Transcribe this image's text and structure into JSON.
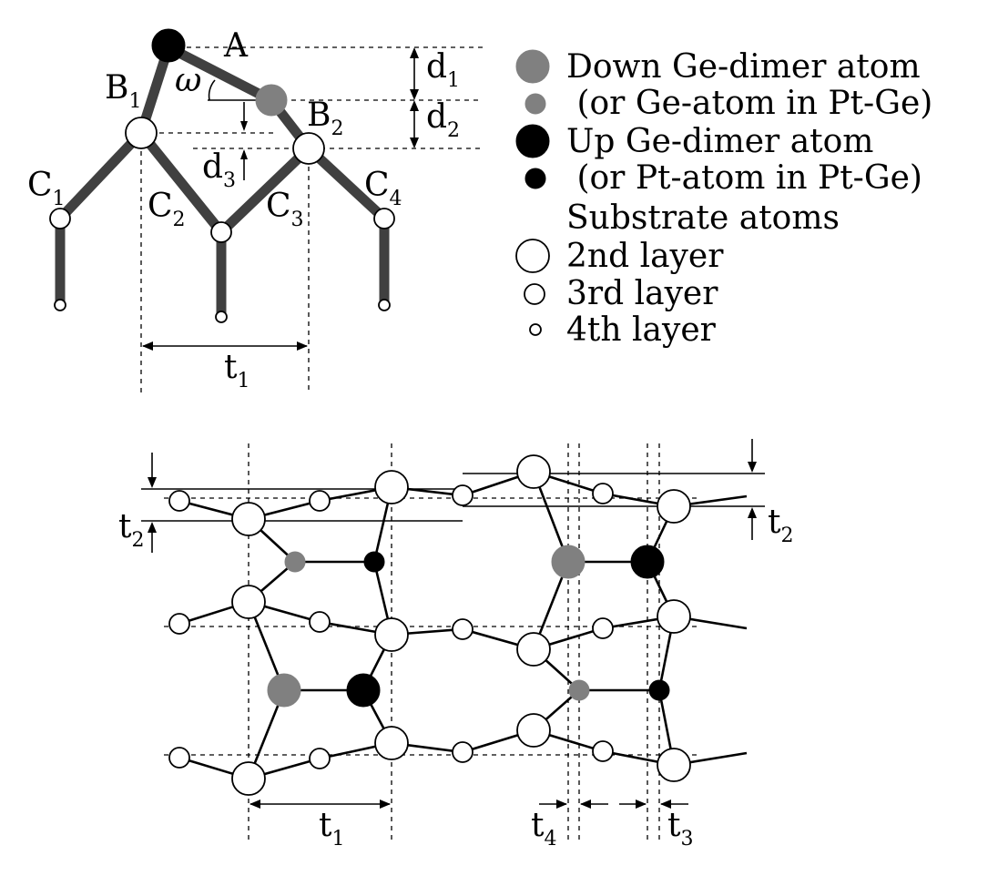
{
  "top_panel": {
    "labels": {
      "A": "A",
      "omega": "ω",
      "B1": "B",
      "B1_sub": "1",
      "B2": "B",
      "B2_sub": "2",
      "C1": "C",
      "C1_sub": "1",
      "C2": "C",
      "C2_sub": "2",
      "C3": "C",
      "C3_sub": "3",
      "C4": "C",
      "C4_sub": "4",
      "d1": "d",
      "d1_sub": "1",
      "d2": "d",
      "d2_sub": "2",
      "d3": "d",
      "d3_sub": "3",
      "t1": "t",
      "t1_sub": "1"
    }
  },
  "legend": {
    "items": [
      {
        "text": "Down Ge-dimer atom",
        "marker": "large-gray"
      },
      {
        "text": " (or Ge-atom in Pt-Ge)",
        "marker": "small-gray"
      },
      {
        "text": "Up Ge-dimer atom",
        "marker": "large-black"
      },
      {
        "text": " (or Pt-atom in Pt-Ge)",
        "marker": "small-black"
      },
      {
        "text": "Substrate atoms",
        "marker": "none"
      },
      {
        "text": "2nd layer",
        "marker": "large-white"
      },
      {
        "text": "3rd layer",
        "marker": "medium-white"
      },
      {
        "text": "4th layer",
        "marker": "small-white"
      }
    ],
    "colors": {
      "gray": "#808080",
      "black": "#000000",
      "white": "#ffffff",
      "bond": "#404040"
    }
  },
  "bottom_panel": {
    "labels": {
      "t2_left": "t",
      "t2_left_sub": "2",
      "t2_right": "t",
      "t2_right_sub": "2",
      "t1": "t",
      "t1_sub": "1",
      "t4": "t",
      "t4_sub": "4",
      "t3": "t",
      "t3_sub": "3"
    }
  }
}
